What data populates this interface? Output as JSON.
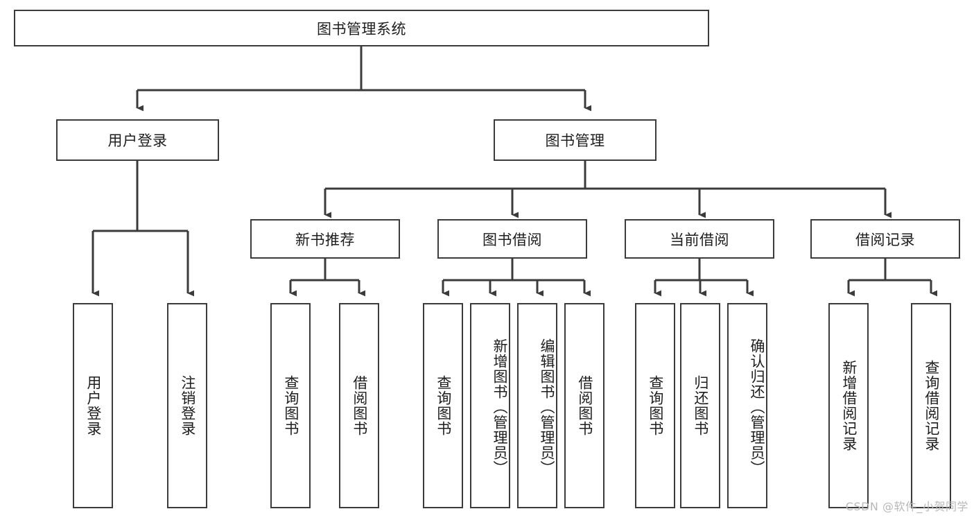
{
  "diagram": {
    "title": "图书管理系统",
    "type": "hierarchy-tree",
    "background_color": "#ffffff",
    "border_color": "#3b3b3b",
    "text_color": "#1d1d1d",
    "levels": [
      {
        "level": 1,
        "nodes": [
          {
            "id": "root",
            "label": "图书管理系统",
            "orientation": "horizontal"
          }
        ]
      },
      {
        "level": 2,
        "nodes": [
          {
            "id": "login",
            "label": "用户登录",
            "orientation": "horizontal",
            "parent": "root"
          },
          {
            "id": "bookmgmt",
            "label": "图书管理",
            "orientation": "horizontal",
            "parent": "root"
          }
        ]
      },
      {
        "level": 3,
        "nodes": [
          {
            "id": "newbook",
            "label": "新书推荐",
            "orientation": "horizontal",
            "parent": "bookmgmt"
          },
          {
            "id": "borrow",
            "label": "图书借阅",
            "orientation": "horizontal",
            "parent": "bookmgmt"
          },
          {
            "id": "current",
            "label": "当前借阅",
            "orientation": "horizontal",
            "parent": "bookmgmt"
          },
          {
            "id": "records",
            "label": "借阅记录",
            "orientation": "horizontal",
            "parent": "bookmgmt"
          }
        ]
      },
      {
        "level": 4,
        "nodes": [
          {
            "id": "leaf-1",
            "label": "用户登录",
            "orientation": "vertical",
            "parent": "login"
          },
          {
            "id": "leaf-2",
            "label": "注销登录",
            "orientation": "vertical",
            "parent": "login"
          },
          {
            "id": "leaf-3",
            "label": "查询图书",
            "orientation": "vertical",
            "parent": "newbook"
          },
          {
            "id": "leaf-4",
            "label": "借阅图书",
            "orientation": "vertical",
            "parent": "newbook"
          },
          {
            "id": "leaf-5",
            "label": "查询图书",
            "orientation": "vertical",
            "parent": "borrow"
          },
          {
            "id": "leaf-6",
            "label": "新增图书（管理员）",
            "orientation": "vertical",
            "parent": "borrow"
          },
          {
            "id": "leaf-7",
            "label": "编辑图书（管理员）",
            "orientation": "vertical",
            "parent": "borrow"
          },
          {
            "id": "leaf-8",
            "label": "借阅图书",
            "orientation": "vertical",
            "parent": "borrow"
          },
          {
            "id": "leaf-9",
            "label": "查询图书",
            "orientation": "vertical",
            "parent": "current"
          },
          {
            "id": "leaf-10",
            "label": "归还图书",
            "orientation": "vertical",
            "parent": "current"
          },
          {
            "id": "leaf-11",
            "label": "确认归还（管理员）",
            "orientation": "vertical",
            "parent": "current"
          },
          {
            "id": "leaf-12",
            "label": "新增借阅记录",
            "orientation": "vertical",
            "parent": "records"
          },
          {
            "id": "leaf-13",
            "label": "查询借阅记录",
            "orientation": "vertical",
            "parent": "records"
          }
        ]
      }
    ]
  },
  "watermark": {
    "text": "CSDN @软件_小贺同学"
  }
}
